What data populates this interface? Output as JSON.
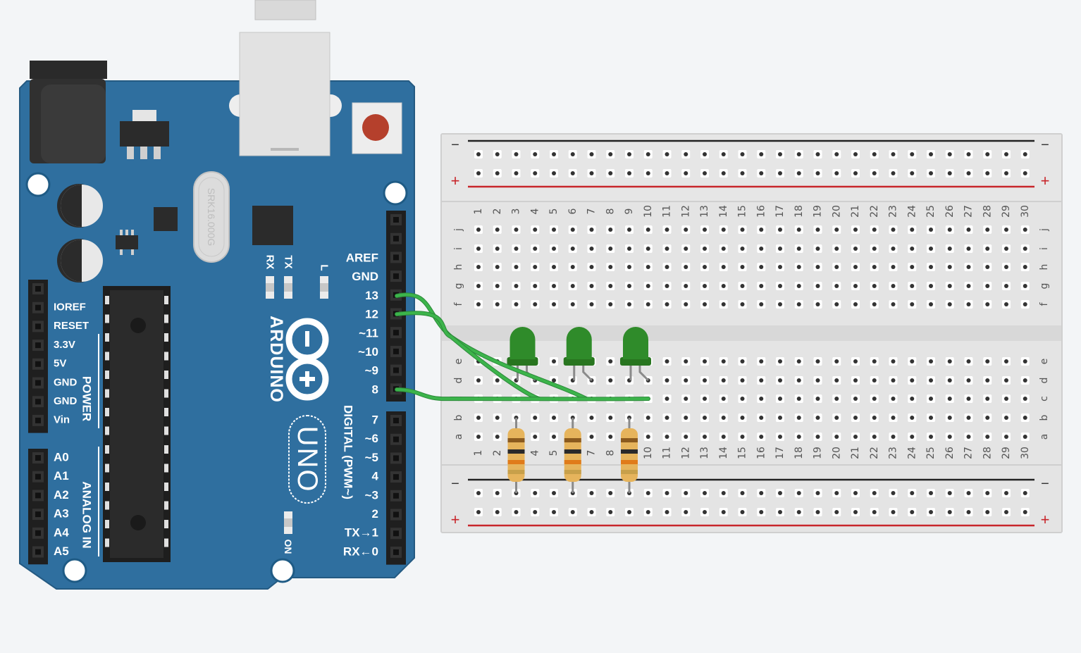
{
  "arduino": {
    "brand": "ARDUINO",
    "model": "UNO",
    "crystal_marking": "SRK16.000G",
    "led_labels": {
      "rx": "RX",
      "tx": "TX",
      "l": "L",
      "on": "ON"
    },
    "digital_header_label": "DIGITAL (PWM~)",
    "power_header_label": "POWER",
    "analog_header_label": "ANALOG IN",
    "digital_pins_upper": [
      "AREF",
      "GND",
      "13",
      "12",
      "~11",
      "~10",
      "~9",
      "8"
    ],
    "digital_pins_lower": [
      "7",
      "~6",
      "~5",
      "4",
      "~3",
      "2",
      "TX→1",
      "RX←0"
    ],
    "power_pins": [
      "IOREF",
      "RESET",
      "3.3V",
      "5V",
      "GND",
      "GND",
      "Vin"
    ],
    "analog_pins": [
      "A0",
      "A1",
      "A2",
      "A3",
      "A4",
      "A5"
    ]
  },
  "breadboard": {
    "columns": 30,
    "top_rows": [
      "j",
      "i",
      "h",
      "g",
      "f"
    ],
    "bottom_rows": [
      "e",
      "d",
      "c",
      "b",
      "a"
    ],
    "rail_minus": "−",
    "rail_plus": "+"
  },
  "components": {
    "leds": [
      {
        "color": "green",
        "column": 3
      },
      {
        "color": "green",
        "column": 6
      },
      {
        "color": "green",
        "column": 9
      }
    ],
    "resistors": [
      {
        "column": 3
      },
      {
        "column": 6
      },
      {
        "column": 9
      }
    ],
    "wires": [
      {
        "from_pin": "13",
        "color": "#3cb44b"
      },
      {
        "from_pin": "12",
        "color": "#3cb44b"
      },
      {
        "from_pin": "8",
        "color": "#3cb44b"
      }
    ]
  },
  "colors": {
    "board_blue": "#2f6f9f",
    "breadboard": "#e4e4e4",
    "wire_green": "#3cb44b",
    "led_green": "#2f8b2a",
    "rail_red": "#c8262b",
    "rail_black": "#222222"
  }
}
